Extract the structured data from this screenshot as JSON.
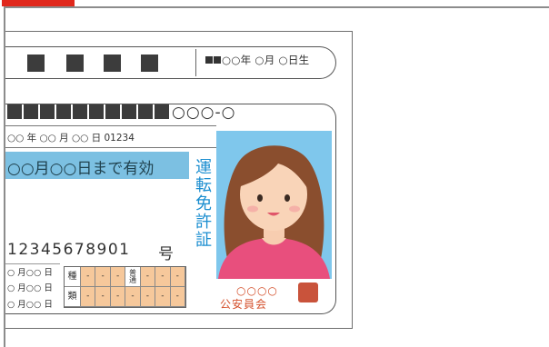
{
  "card": {
    "dob": "○○年 ○月 ○日生",
    "address_tail": "○○○-○",
    "issue": "○○ 年  ○○ 月  ○○ 日  01234",
    "valid_until": "○○月○○日まで有効",
    "title_vertical": "運転免許証",
    "license_number": "12345678901",
    "number_suffix": "号",
    "date_rows": [
      "○ 月○○ 日",
      "○ 月○○ 日",
      "○ 月○○ 日"
    ],
    "type_grid": {
      "header_top": "種",
      "header_bottom": "類",
      "top_cells": [
        "-",
        "-",
        "-",
        "普通",
        "-",
        "-",
        "-"
      ],
      "bottom_cells": [
        "-",
        "-",
        "-",
        "-",
        "-",
        "-",
        "-"
      ]
    },
    "seal_label_1": "○○○○",
    "seal_label_2": "公安員会"
  },
  "colors": {
    "accent_red": "#e0281c",
    "valid_bar": "#7cc0e2",
    "title_blue": "#1b8ed0",
    "grid_fill": "#f6c89b",
    "photo_bg": "#7fc7ec",
    "seal": "#c9533b"
  }
}
